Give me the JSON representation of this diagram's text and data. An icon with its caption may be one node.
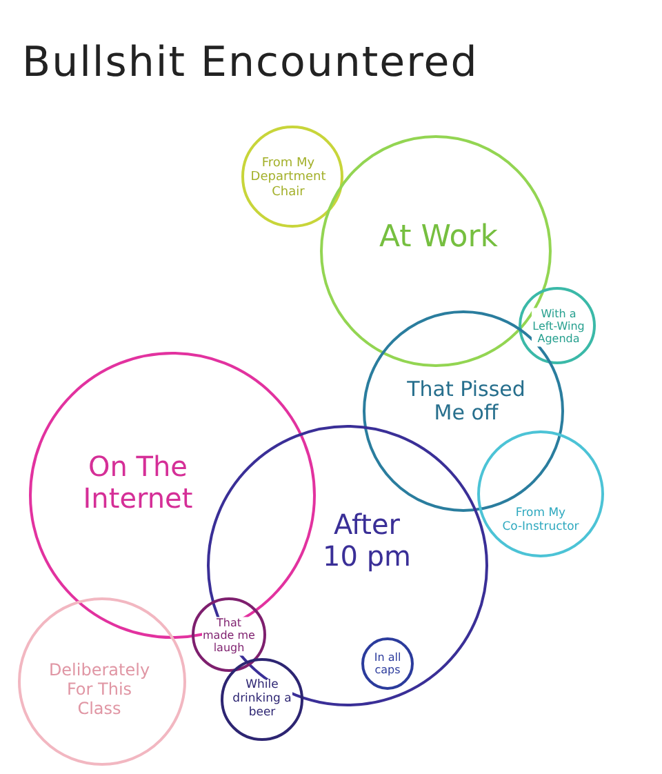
{
  "diagram": {
    "title": "Bullshit Encountered",
    "nodes": [
      {
        "text": [
          "From My Department Chair"
        ]
      },
      {
        "text": [
          "At Work"
        ]
      },
      {
        "text": [
          "With a Left-Wing Agenda"
        ]
      },
      {
        "text": [
          "That Pissed Me off"
        ]
      },
      {
        "text": [
          "On The Internet"
        ]
      },
      {
        "text": [
          "After 10 pm"
        ]
      },
      {
        "text": [
          "From My Co-Instructor"
        ]
      },
      {
        "text": [
          "That made me laugh"
        ]
      },
      {
        "text": [
          "In all caps"
        ],
        "in": 5
      },
      {
        "text": [
          "Deliberately For This Class"
        ]
      },
      {
        "text": [
          "While drinking a beer"
        ]
      }
    ]
  }
}
